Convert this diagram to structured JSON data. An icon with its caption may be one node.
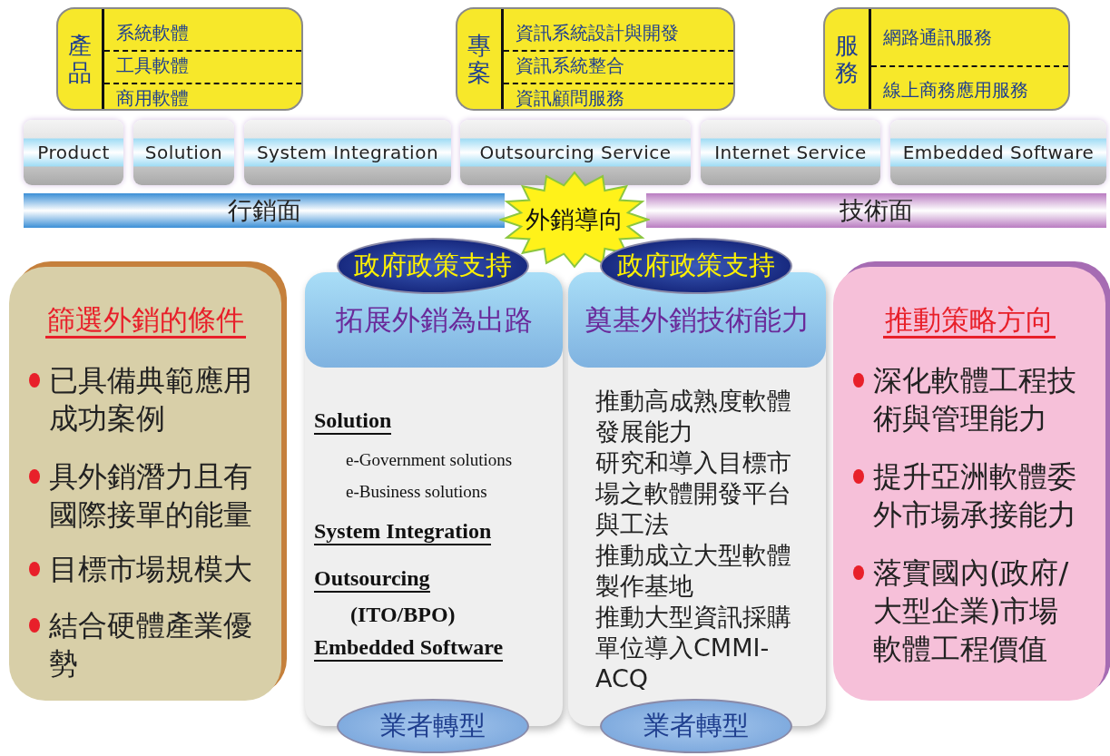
{
  "diagram": {
    "nodes": [
      {
        "text": [
          "產品",
          "系統軟體",
          "工具軟體",
          "商用軟體"
        ]
      },
      {
        "text": [
          "專案",
          "資訊系統設計與開發",
          "資訊系統整合",
          "資訊顧問服務"
        ]
      },
      {
        "text": [
          "服務",
          "網路通訊服務",
          "線上商務應用服務"
        ]
      },
      {
        "text": [
          "Product"
        ]
      },
      {
        "text": [
          "Solution"
        ]
      },
      {
        "text": [
          "System Integration"
        ]
      },
      {
        "text": [
          "Outsourcing Service"
        ]
      },
      {
        "text": [
          "Internet Service"
        ]
      },
      {
        "text": [
          "Embedded Software"
        ]
      },
      {
        "text": [
          "行銷面"
        ]
      },
      {
        "text": [
          "技術面"
        ]
      },
      {
        "text": [
          "外銷導向"
        ]
      },
      {
        "text": [
          "篩選外銷的條件",
          "已具備典範應用成功案例",
          "具外銷潛力且有國際接單的能量",
          "目標市場規模大",
          "結合硬體產業優勢"
        ]
      },
      {
        "text": [
          "拓展外銷為出路",
          "Solution",
          "e-Government solutions",
          "e-Business solutions",
          "System Integration",
          "Outsourcing",
          "(ITO/BPO)",
          "Embedded Software"
        ]
      },
      {
        "text": [
          "政府政策支持"
        ]
      },
      {
        "text": [
          "業者轉型"
        ]
      },
      {
        "text": [
          "奠基外銷技術能力",
          "推動高成熟度軟體發展能力",
          "研究和導入目標市場之軟體開發平台與工法",
          "推動成立大型軟體製作基地",
          "推動大型資訊採購單位導入CMMI-ACQ"
        ]
      },
      {
        "text": [
          "政府政策支持"
        ]
      },
      {
        "text": [
          "業者轉型"
        ]
      },
      {
        "text": [
          "推動策略方向",
          "深化軟體工程技術與管理能力",
          "提升亞洲軟體委外市場承接能力",
          "落實國內(政府/大型企業)市場軟體工程價值"
        ]
      }
    ]
  }
}
